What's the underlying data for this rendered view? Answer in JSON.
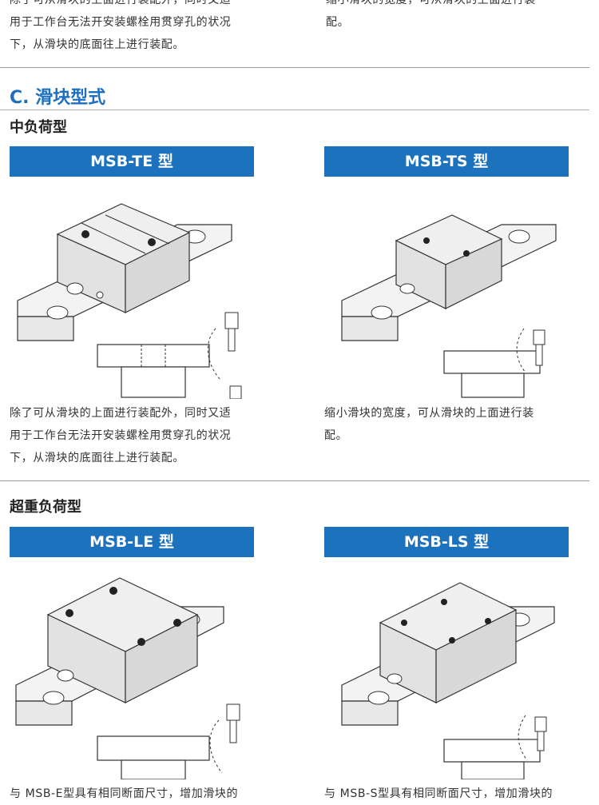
{
  "top_section": {
    "left_partial_line": "除了可从滑块的上面进行装配外，同时又适",
    "left_lines": [
      "用于工作台无法开安装螺栓用贯穿孔的状况",
      "下，从滑块的底面往上进行装配。"
    ],
    "right_partial_line": "缩小滑块的宽度，可从滑块的上面进行装",
    "right_lines": [
      "配。"
    ]
  },
  "section_c": {
    "title": "C. 滑块型式"
  },
  "medium_load": {
    "title": "中负荷型",
    "cards": [
      {
        "header": "MSB-TE 型",
        "desc_lines": [
          "除了可从滑块的上面进行装配外，同时又适",
          "用于工作台无法开安装螺栓用贯穿孔的状况",
          "下，从滑块的底面往上进行装配。"
        ]
      },
      {
        "header": "MSB-TS 型",
        "desc_lines": [
          "缩小滑块的宽度，可从滑块的上面进行装",
          "配。"
        ]
      }
    ]
  },
  "super_heavy_load": {
    "title": "超重负荷型",
    "cards": [
      {
        "header": "MSB-LE 型",
        "desc_partial": "与 MSB-E型具有相同断面尺寸，增加滑块的"
      },
      {
        "header": "MSB-LS 型",
        "desc_partial": "与 MSB-S型具有相同断面尺寸，增加滑块的"
      }
    ]
  },
  "colors": {
    "accent_blue": "#1d72bd",
    "section_title_blue": "#1f6fbf",
    "rule_gray": "#9a9a9a"
  }
}
